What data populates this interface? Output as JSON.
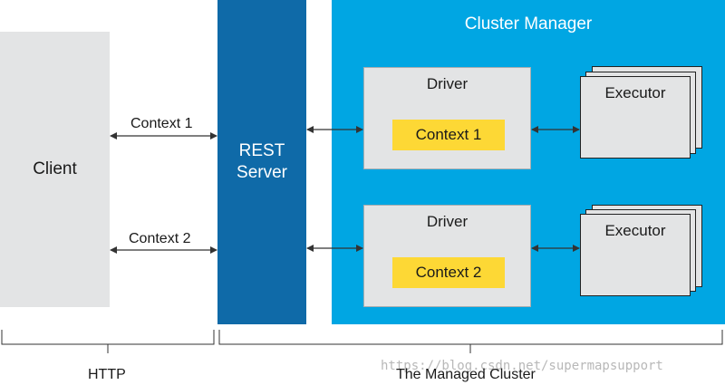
{
  "client": {
    "label": "Client"
  },
  "rest_server": {
    "line1": "REST",
    "line2": "Server"
  },
  "cluster": {
    "title": "Cluster Manager",
    "drivers": [
      {
        "label": "Driver",
        "context": "Context 1"
      },
      {
        "label": "Driver",
        "context": "Context 2"
      }
    ],
    "executors": [
      {
        "label": "Executor"
      },
      {
        "label": "Executor"
      }
    ]
  },
  "connections": {
    "context1": "Context 1",
    "context2": "Context 2"
  },
  "bottom": {
    "http": "HTTP",
    "managed_cluster": "The Managed Cluster"
  },
  "watermark": "https://blog.csdn.net/supermapsupport",
  "colors": {
    "client_bg": "#e3e4e5",
    "rest_bg": "#0f6aa8",
    "cluster_bg": "#00a6e3",
    "context_bg": "#fdd835"
  }
}
